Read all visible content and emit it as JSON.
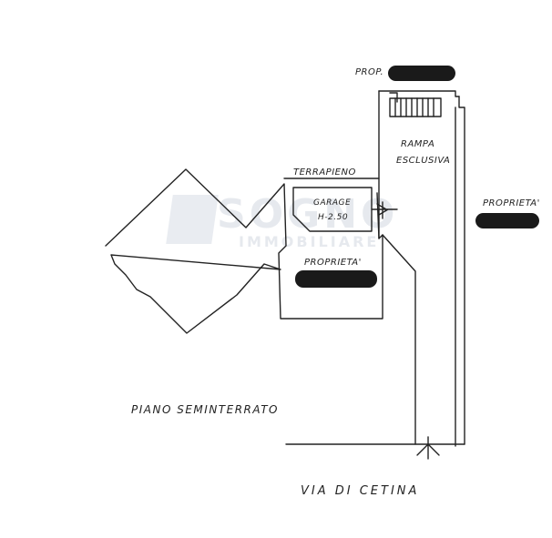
{
  "watermark": {
    "brand": "SOGNO",
    "sub": "IMMOBILIARE"
  },
  "labels": {
    "prop_top": "PROP.",
    "rampa": "RAMPA",
    "esclusiva": "ESCLUSIVA",
    "terrapieno": "TERRAPIENO",
    "garage": "GARAGE",
    "garage_height": "H-2.50",
    "proprieta_center": "PROPRIETA'",
    "proprieta_right": "PROPRIETA'",
    "piano": "PIANO SEMINTERRATO",
    "via": "VIA  DI  CETINA"
  }
}
